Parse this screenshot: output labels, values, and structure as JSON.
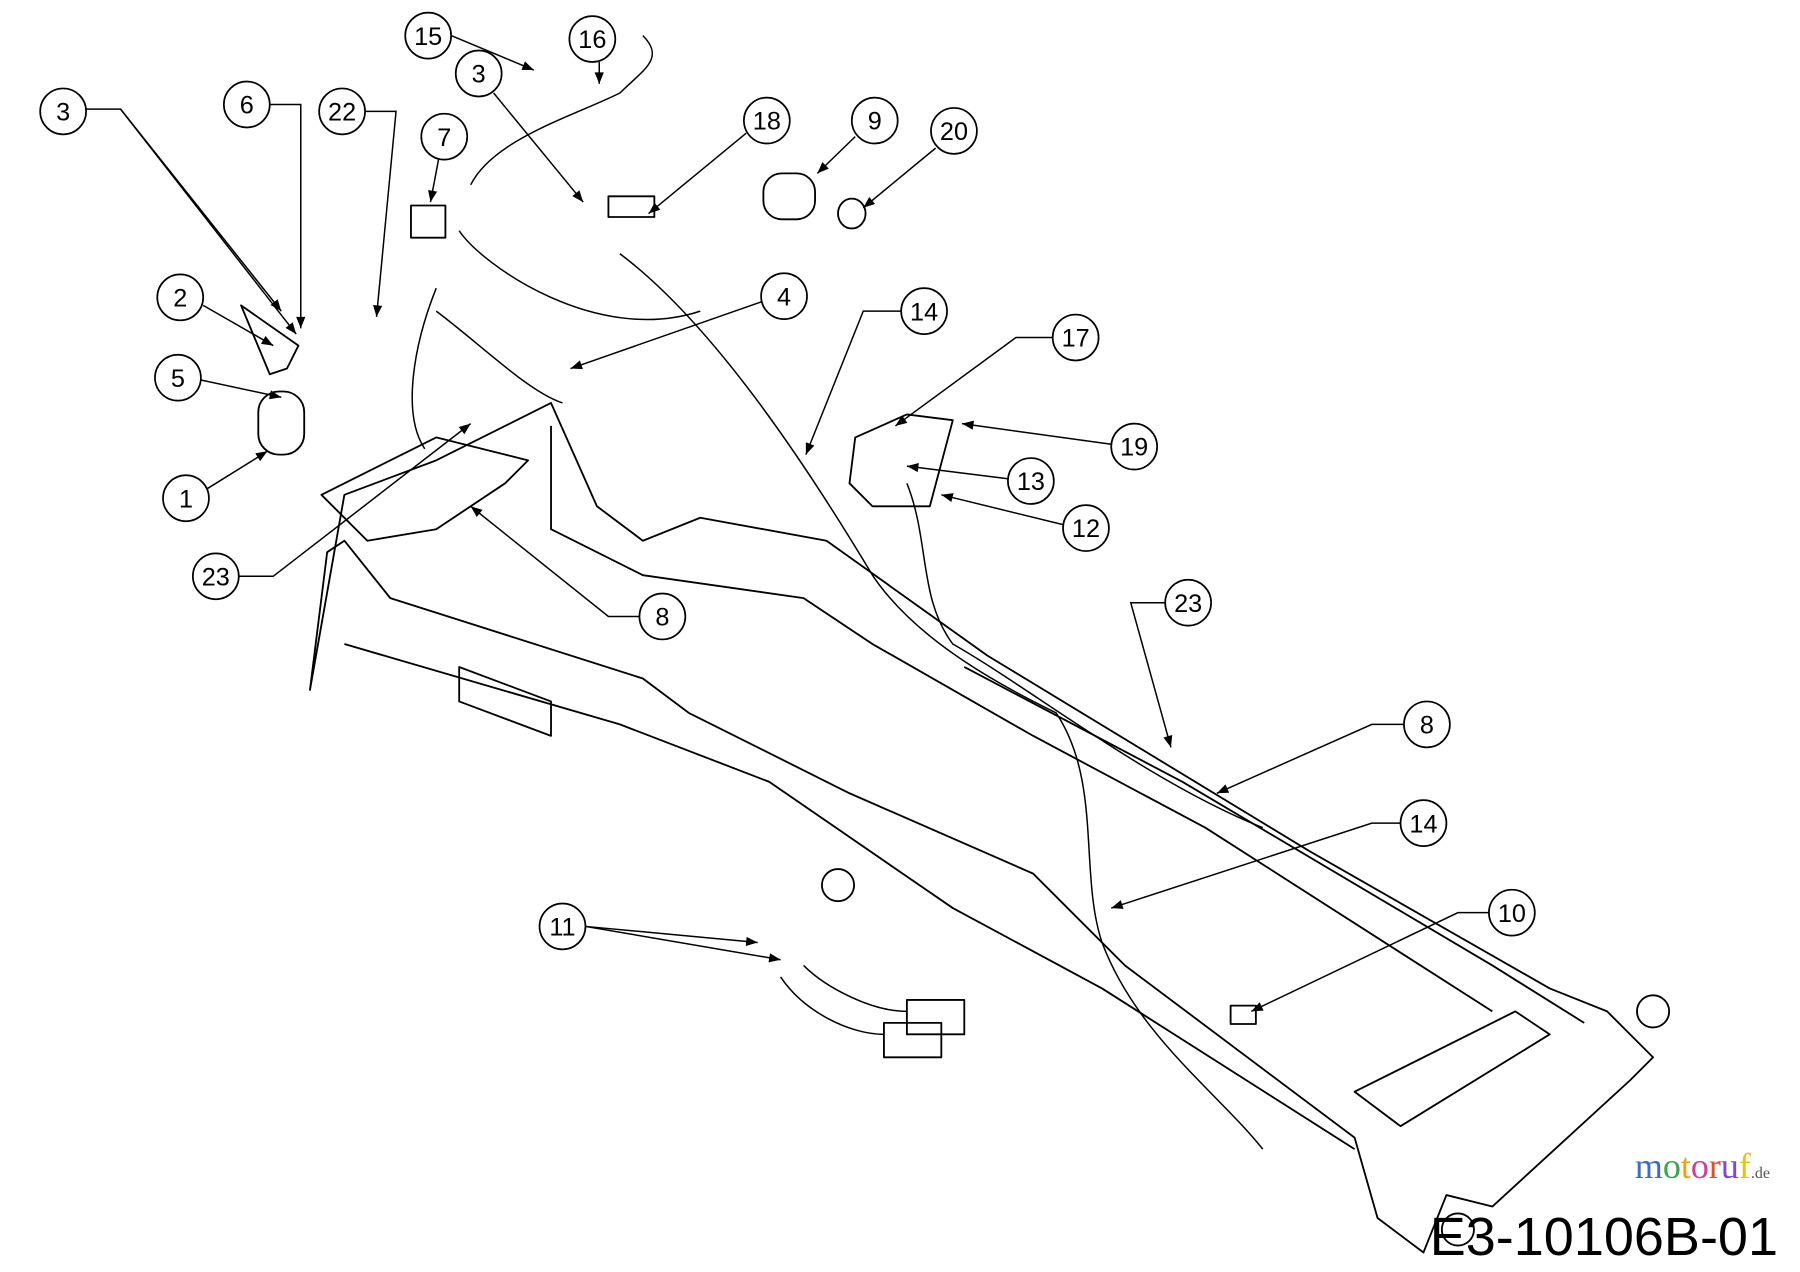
{
  "diagram": {
    "code": "E3-10106B-01",
    "watermark": "motoruf.de",
    "callouts": [
      "15",
      "16",
      "3",
      "3",
      "6",
      "22",
      "7",
      "18",
      "9",
      "20",
      "2",
      "4",
      "14",
      "17",
      "5",
      "19",
      "13",
      "1",
      "12",
      "23",
      "8",
      "23",
      "8",
      "14",
      "10",
      "11"
    ]
  }
}
